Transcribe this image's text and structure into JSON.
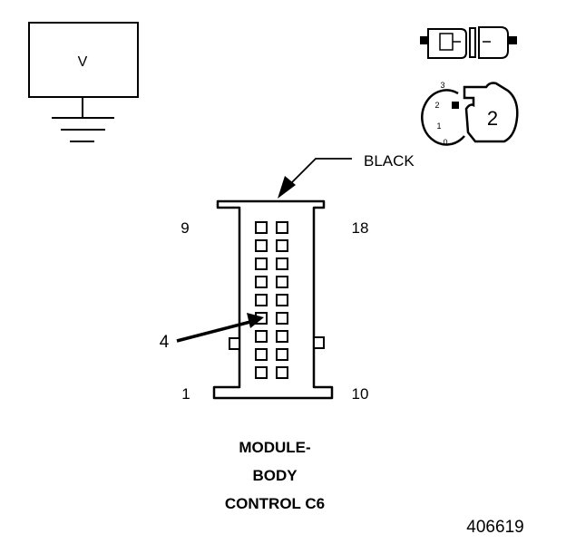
{
  "meter": {
    "label": "V"
  },
  "ignition_positions": [
    "3",
    "2",
    "1",
    "0"
  ],
  "ignition_step": "2",
  "connector": {
    "color_label": "BLACK",
    "pin_labels": {
      "top_left": "9",
      "top_right": "18",
      "bottom_left": "1",
      "bottom_right": "10"
    },
    "callout_step": "4",
    "name_lines": [
      "MODULE-",
      "BODY",
      "CONTROL C6"
    ]
  },
  "figure_number": "406619"
}
